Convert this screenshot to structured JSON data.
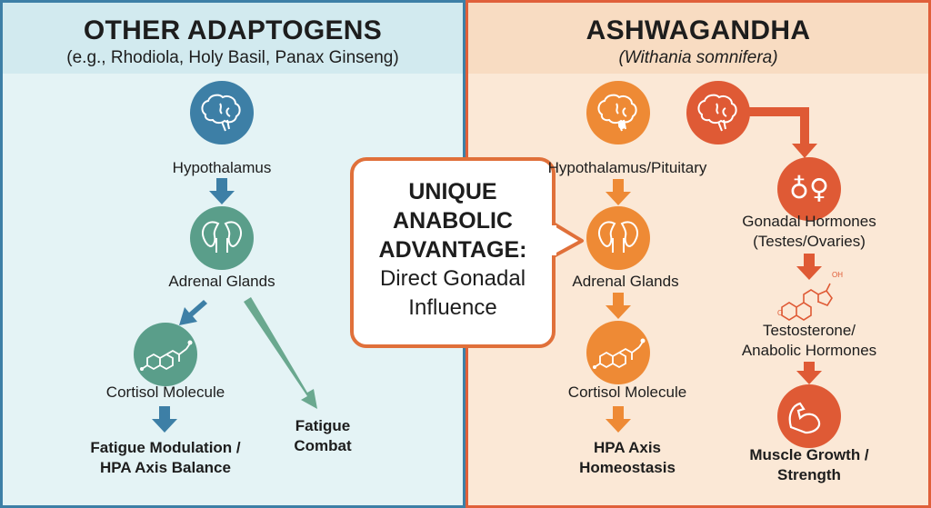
{
  "left": {
    "title": "OTHER ADAPTOGENS",
    "subtitle": "(e.g., Rhodiola, Holy Basil, Panax Ginseng)",
    "nodes": {
      "hypothalamus": "Hypothalamus",
      "adrenal": "Adrenal Glands",
      "cortisol": "Cortisol Molecule",
      "outcome1a": "Fatigue Modulation /",
      "outcome1b": "HPA Axis Balance",
      "outcome2a": "Fatigue",
      "outcome2b": "Combat"
    },
    "color": "#3d7fa6",
    "accent": "#5a9e8a"
  },
  "right": {
    "title": "ASHWAGANDHA",
    "subtitle": "(Withania somnifera)",
    "nodes": {
      "hypothalamus": "Hypothalamus/Pituitary",
      "adrenal": "Adrenal Glands",
      "cortisol": "Cortisol Molecule",
      "outcome1a": "HPA Axis",
      "outcome1b": "Homeostasis",
      "gonadal1": "Gonadal Hormones",
      "gonadal2": "(Testes/Ovaries)",
      "testo1": "Testosterone/",
      "testo2": "Anabolic Hormones",
      "muscle1": "Muscle Growth /",
      "muscle2": "Strength",
      "oh_label": "OH",
      "o_label": "O"
    },
    "color": "#ee8a35",
    "accent": "#df5a35"
  },
  "callout": {
    "line1": "UNIQUE",
    "line2": "ANABOLIC",
    "line3": "ADVANTAGE:",
    "line4": "Direct Gonadal",
    "line5": "Influence"
  }
}
